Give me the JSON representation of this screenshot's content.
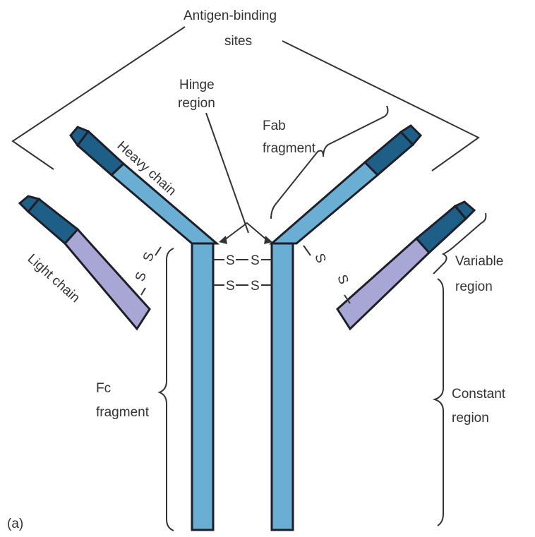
{
  "diagram": {
    "labels": {
      "antigen_binding_1": "Antigen-binding",
      "antigen_binding_2": "sites",
      "hinge_1": "Hinge",
      "hinge_2": "region",
      "fab_1": "Fab",
      "fab_2": "fragment",
      "heavy_chain": "Heavy chain",
      "light_chain": "Light chain",
      "variable_1": "Variable",
      "variable_2": "region",
      "constant_1": "Constant",
      "constant_2": "region",
      "fc_1": "Fc",
      "fc_2": "fragment",
      "panel": "(a)",
      "disulfide": "S"
    },
    "colors": {
      "variable_dark": "#1d5f86",
      "heavy_constant": "#6aaed3",
      "light_constant": "#a8a6d4",
      "outline": "#1f1f2a",
      "text": "#333333"
    }
  }
}
